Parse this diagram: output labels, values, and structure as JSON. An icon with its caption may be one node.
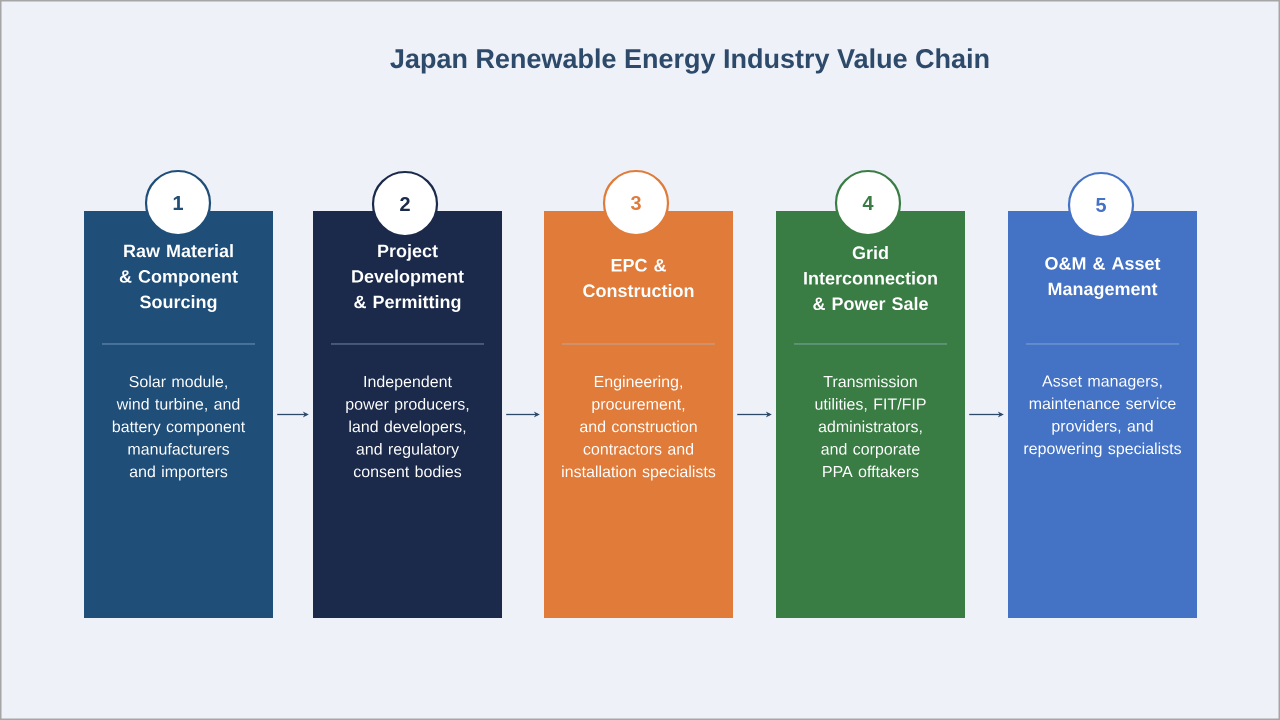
{
  "diagram": {
    "title": "Japan Renewable Energy Industry Value Chain",
    "nodes": [
      {
        "text": [
          "Raw Material & Component Sourcing",
          "Solar module, wind turbine, and battery component manufacturers and importers"
        ]
      },
      {
        "text": [
          "Project Development & Permitting",
          "Independent power producers, land developers, and regulatory consent bodies"
        ]
      },
      {
        "text": [
          "EPC & Construction",
          "Engineering, procurement, and construction contractors and installation specialists"
        ]
      },
      {
        "text": [
          "Grid Interconnection & Power Sale",
          "Transmission utilities, FIT/FIP administrators, and corporate PPA offtakers"
        ]
      },
      {
        "text": [
          "O&M & Asset Management",
          "Asset managers, maintenance service providers, and repowering specialists"
        ]
      },
      {
        "text": [
          "1"
        ]
      },
      {
        "text": [
          "2"
        ]
      },
      {
        "text": [
          "3"
        ]
      },
      {
        "text": [
          "4"
        ]
      },
      {
        "text": [
          "5"
        ]
      }
    ],
    "edges": [
      {
        "from": 0,
        "to": 1,
        "arrow": "to"
      },
      {
        "from": 1,
        "to": 2,
        "arrow": "to"
      },
      {
        "from": 2,
        "to": 3,
        "arrow": "to"
      },
      {
        "from": 3,
        "to": 4,
        "arrow": "to"
      }
    ]
  }
}
